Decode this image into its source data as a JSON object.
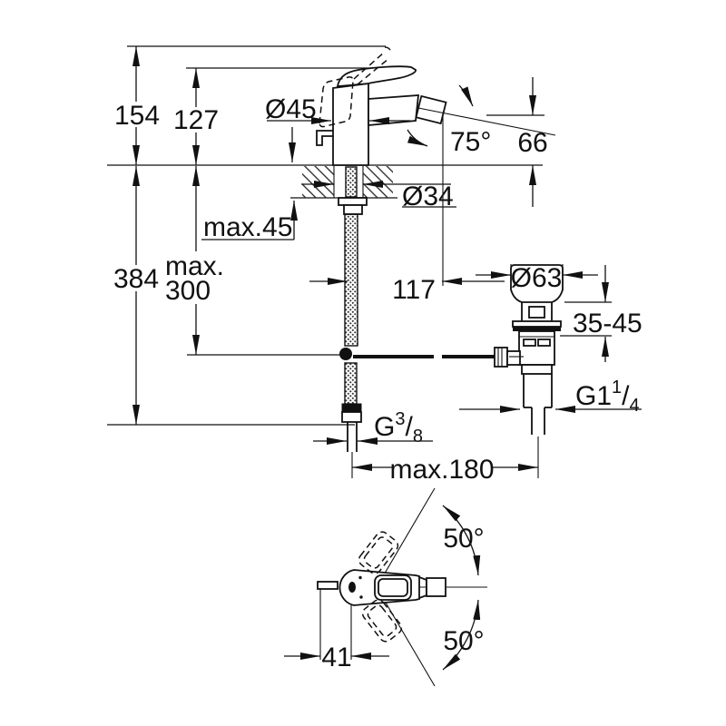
{
  "colors": {
    "ink": "#111111",
    "paper": "#ffffff"
  },
  "dimensions": {
    "raised_handle_height": "154",
    "body_height": "127",
    "base_diameter": "Ø45",
    "spout_tilt_angle": "75°",
    "spout_outlet_height": "66",
    "mounting_hole_diameter": "Ø34",
    "max_deck_thickness": "max.45",
    "total_height_below": "384",
    "max_rod_reach_line1": "max.",
    "max_rod_reach_line2": "300",
    "spout_reach": "117",
    "waste_flange_diameter": "Ø63",
    "basin_thickness_range": "35-45",
    "waste_thread": {
      "prefix": "G1",
      "numerator": "1",
      "slash": "/",
      "denominator": "4"
    },
    "supply_thread": {
      "prefix": "G",
      "numerator": "3",
      "slash": "/",
      "denominator": "8"
    },
    "max_span": "max.180",
    "handle_swing_upper": "50°",
    "handle_swing_lower": "50°",
    "rear_clearance": "41"
  }
}
